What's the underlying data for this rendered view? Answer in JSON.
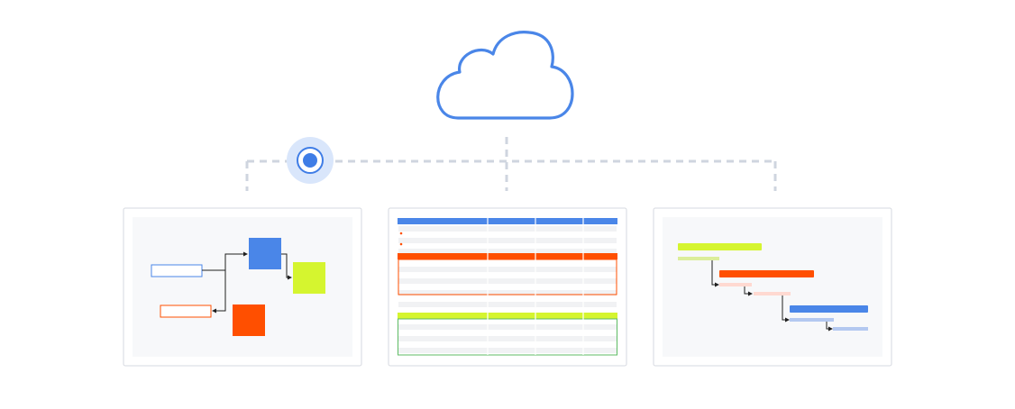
{
  "colors": {
    "cloud": "#4a86e8",
    "connector": "#cfd5df",
    "sync_dot": "#3f7de6",
    "sync_halo": "#d9e6fb",
    "blue": "#4a86e8",
    "lime": "#d5f52f",
    "orange": "#ff4f00",
    "light_orange": "#ffd9d1",
    "light_blue": "#b3c8f0",
    "light_lime": "#dcee9a",
    "grid_green": "#5dbb63"
  },
  "icons": {
    "cloud": "cloud-icon",
    "sync": "sync-indicator-icon"
  },
  "cards": [
    {
      "name": "flowchart-card",
      "kind": "diagram"
    },
    {
      "name": "spreadsheet-card",
      "kind": "table"
    },
    {
      "name": "gantt-card",
      "kind": "timeline"
    }
  ]
}
